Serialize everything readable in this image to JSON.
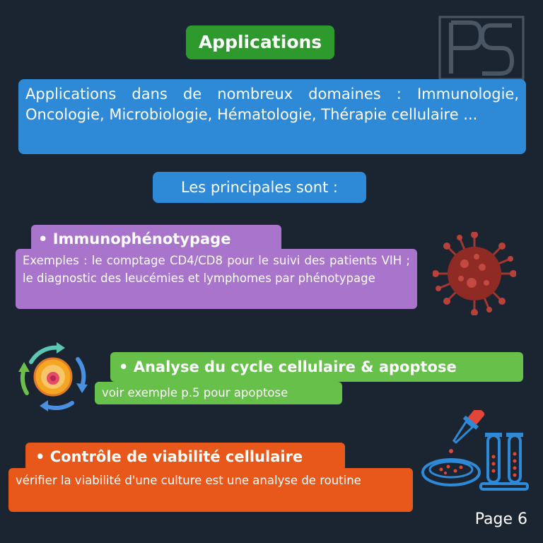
{
  "title": "Applications",
  "intro": "Applications dans de nombreux domaines : Immunologie, Oncologie, Microbiologie, Hématologie, Thérapie cellulaire ...",
  "subtitle": "Les principales sont :",
  "sections": [
    {
      "heading": "•  Immunophénotypage",
      "body": "Exemples : le comptage CD4/CD8 pour le suivi des patients VIH ; le diagnostic des leucémies et lymphomes par phénotypage",
      "icon": "virus-icon",
      "color": "#a974cc"
    },
    {
      "heading": "•  Analyse du cycle cellulaire & apoptose",
      "body": "voir exemple p.5 pour apoptose",
      "icon": "cell-cycle-icon",
      "color": "#66c04a"
    },
    {
      "heading": "•  Contrôle de viabilité cellulaire",
      "body": "vérifier la viabilité d'une culture est une analyse de routine",
      "icon": "lab-culture-icon",
      "color": "#e8581a"
    }
  ],
  "page_label": "Page 6",
  "colors": {
    "background": "#1b2532",
    "title_green": "#2e9a2e",
    "intro_blue": "#2e8ad6"
  }
}
